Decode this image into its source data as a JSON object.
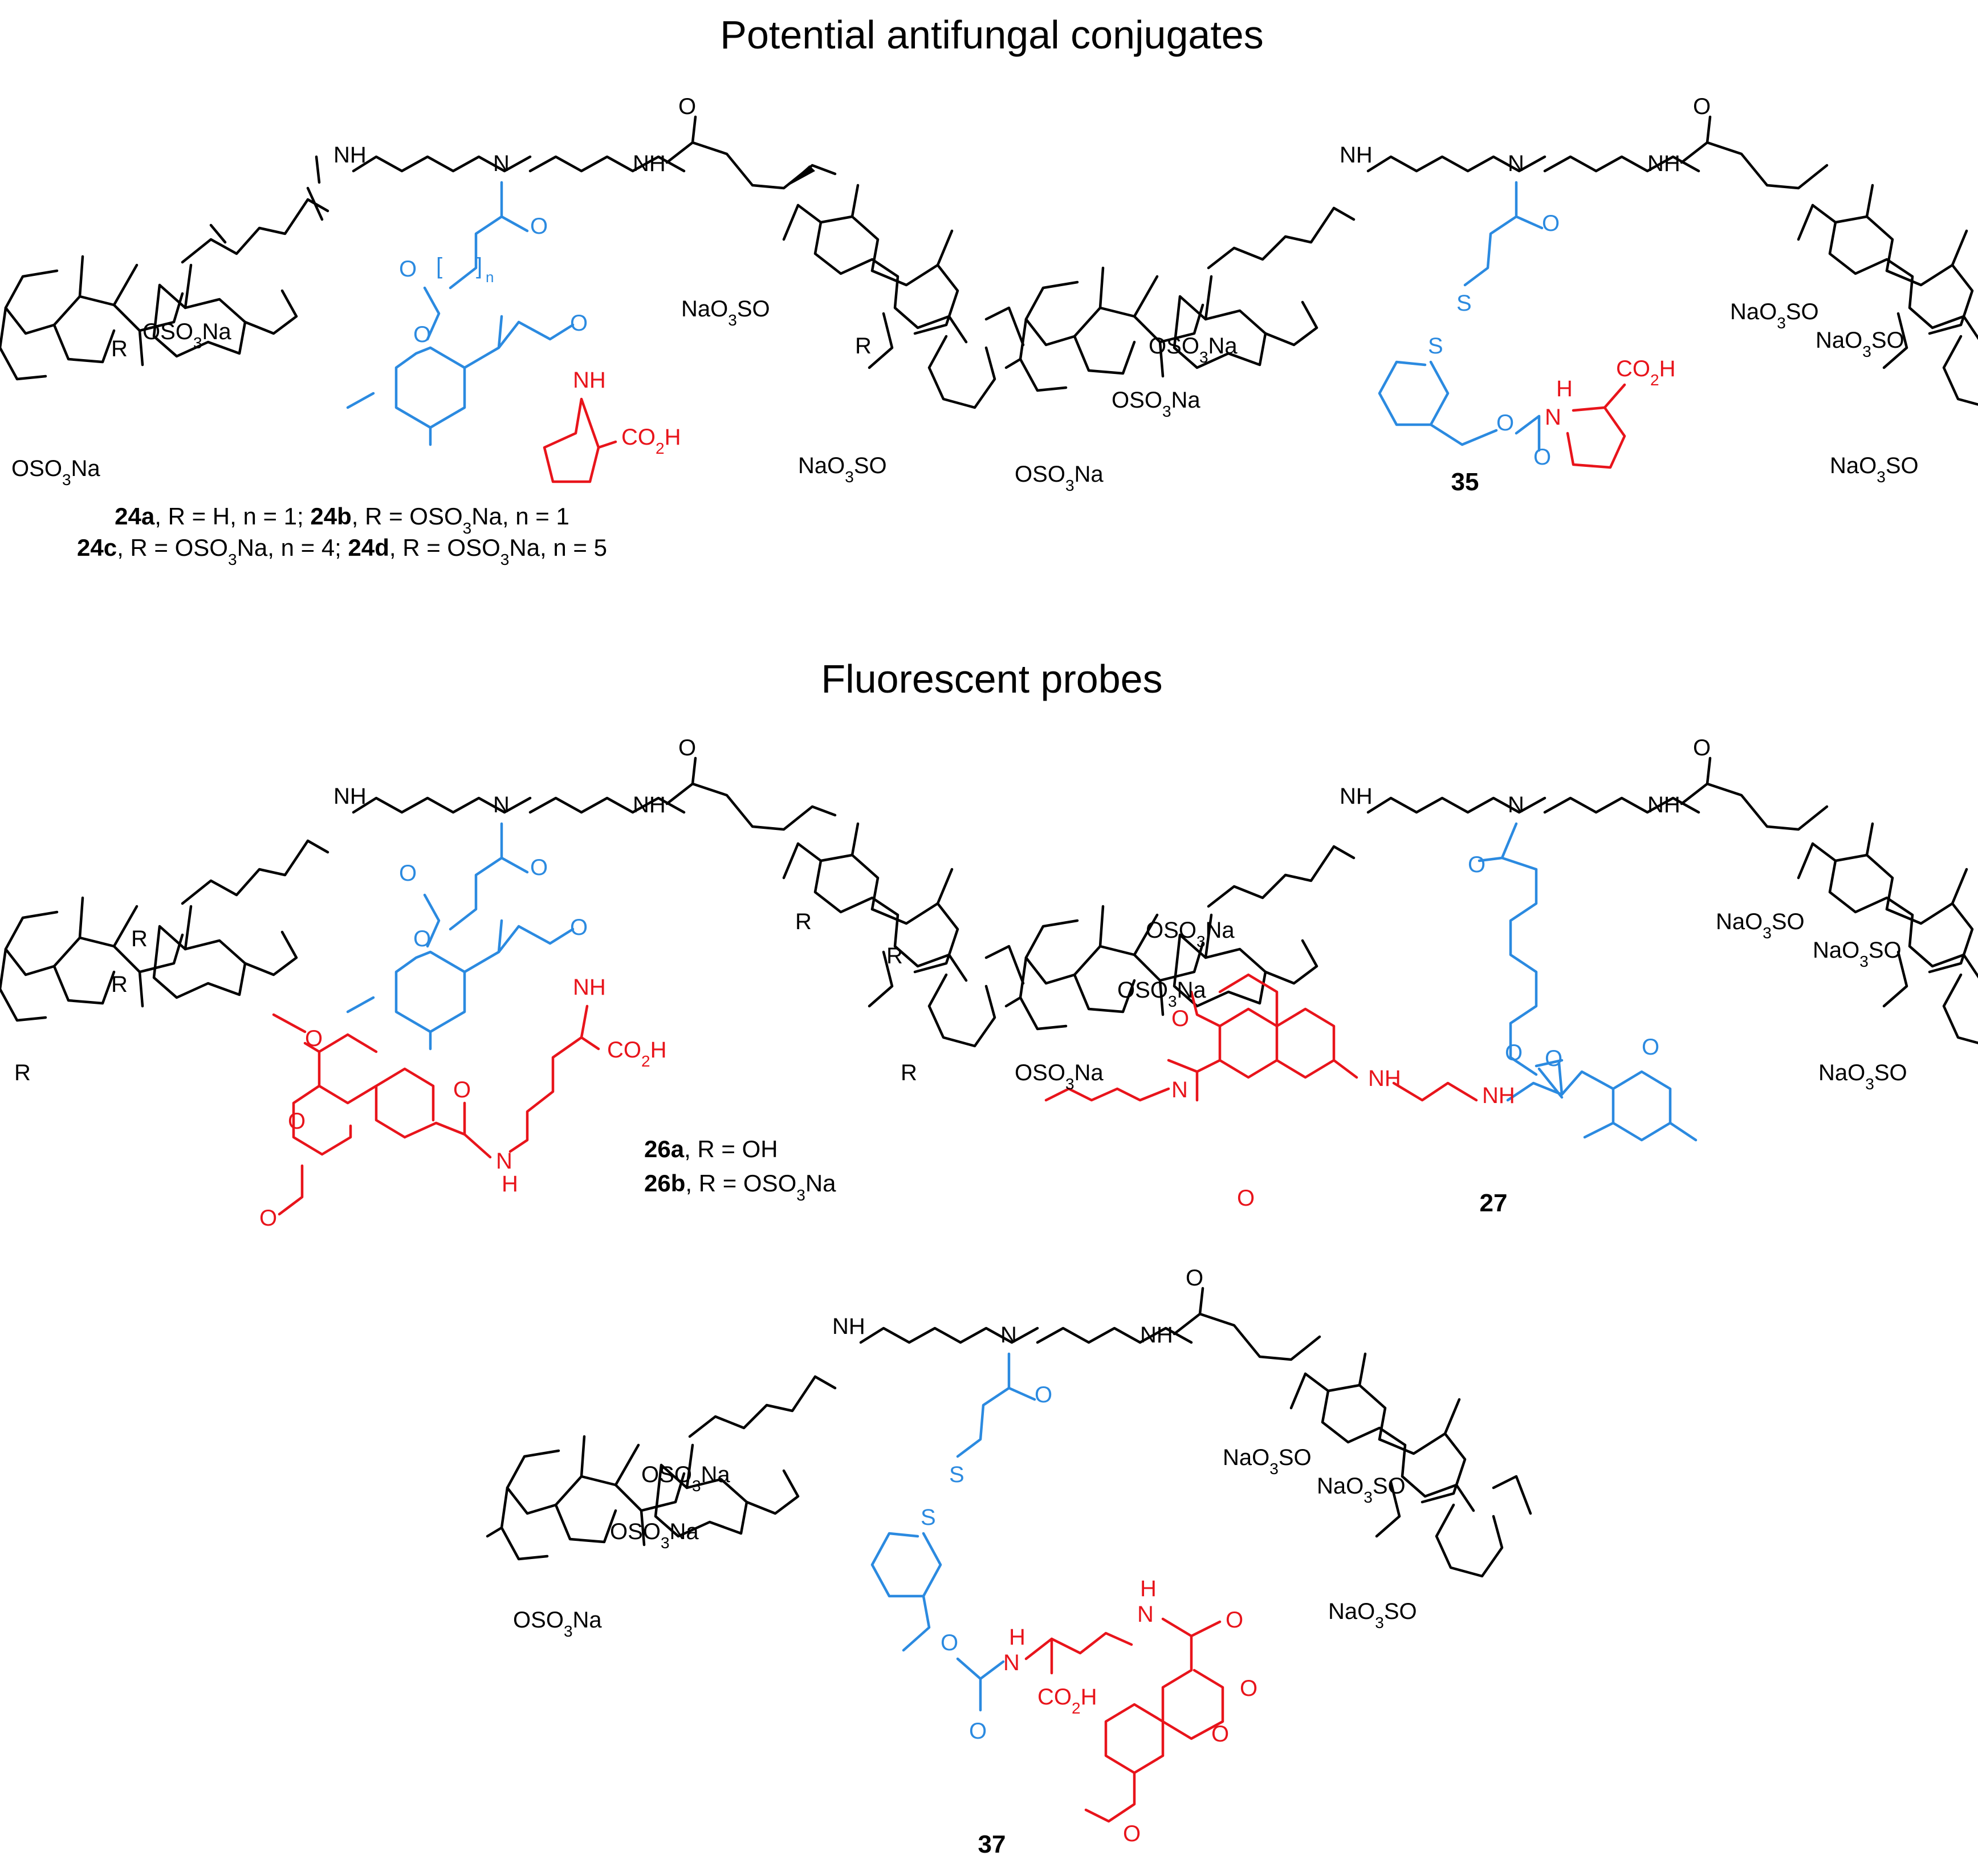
{
  "sections": {
    "antifungal_title": "Potential antifungal conjugates",
    "probes_title": "Fluorescent probes"
  },
  "compounds": {
    "c24": {
      "legend_line1": [
        {
          "text": "24a",
          "bold": true
        },
        {
          "text": ", R = H, n = 1; "
        },
        {
          "text": "24b",
          "bold": true
        },
        {
          "text": ", R = OSO"
        },
        {
          "text": "3",
          "sub": true
        },
        {
          "text": "Na, n = 1"
        }
      ],
      "legend_line2": [
        {
          "text": "24c",
          "bold": true
        },
        {
          "text": ", R = OSO"
        },
        {
          "text": "3",
          "sub": true
        },
        {
          "text": "Na, n = 4; "
        },
        {
          "text": "24d",
          "bold": true
        },
        {
          "text": ", R = OSO"
        },
        {
          "text": "3",
          "sub": true
        },
        {
          "text": "Na, n = 5"
        }
      ]
    },
    "c35": {
      "label": "35"
    },
    "c26": {
      "legend_line1": [
        {
          "text": "26a",
          "bold": true
        },
        {
          "text": ", R = OH"
        }
      ],
      "legend_line2": [
        {
          "text": "26b",
          "bold": true
        },
        {
          "text": ", R = OSO"
        },
        {
          "text": "3",
          "sub": true
        },
        {
          "text": "Na"
        }
      ]
    },
    "c27": {
      "label": "27"
    },
    "c37": {
      "label": "37"
    }
  },
  "atoms": {
    "NH": "NH",
    "N": "N",
    "H": "H",
    "O": "O",
    "R": "R",
    "S": "S",
    "n": "n",
    "OSO3Na": "OSO3Na",
    "NaO3SO": "NaO3SO",
    "CO2H": "CO2H",
    "bracket_l": "[",
    "bracket_r": "]"
  },
  "colors": {
    "core": "#000000",
    "linker": "#2b8ae0",
    "cargo": "#e8141b"
  }
}
